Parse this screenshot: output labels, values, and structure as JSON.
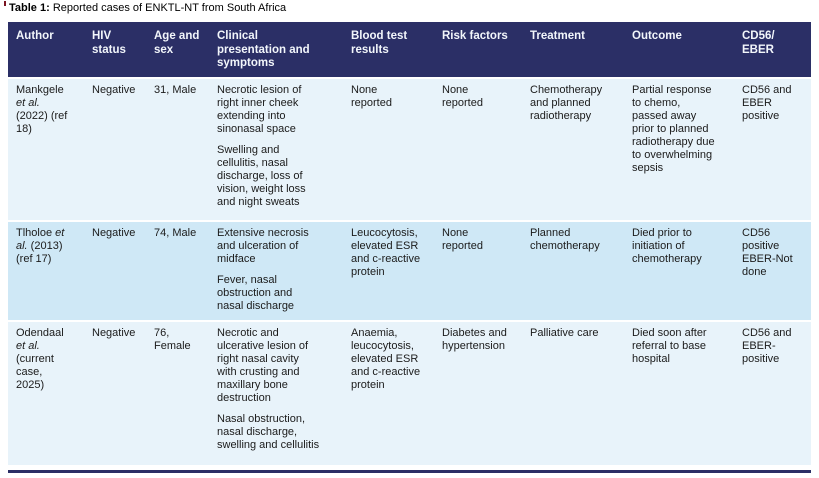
{
  "colors": {
    "header_bg": "#2b2f66",
    "header_text": "#f2f6fb",
    "row_light": "#e8f3fa",
    "row_medium": "#cfe8f6",
    "body_text": "#1b1b1b",
    "bottom_rule": "#2b2f66",
    "corner_mark": "#7a1320"
  },
  "title": {
    "prefix": "Table 1:",
    "rest": "Reported cases of ENKTL-NT from South Africa"
  },
  "table": {
    "columns": [
      {
        "key": "author",
        "label": "Author"
      },
      {
        "key": "hiv-status",
        "label": "HIV\nstatus"
      },
      {
        "key": "age-sex",
        "label": "Age and\nsex"
      },
      {
        "key": "clinical-presentation",
        "label": "Clinical\npresentation and\nsymptoms"
      },
      {
        "key": "blood-test-results",
        "label": "Blood test\nresults"
      },
      {
        "key": "risk-factors",
        "label": "Risk factors"
      },
      {
        "key": "treatment",
        "label": "Treatment"
      },
      {
        "key": "outcome",
        "label": "Outcome"
      },
      {
        "key": "cd56-eber",
        "label": "CD56/\nEBER"
      }
    ],
    "rows": [
      {
        "shade": "light",
        "cells": [
          [
            [
              {
                "t": "Mankgele\n"
              },
              {
                "t": "et al.",
                "i": true
              },
              {
                "t": "\n(2022) (ref\n18)"
              }
            ]
          ],
          "Negative",
          "31, Male",
          [
            "Necrotic lesion of\nright inner cheek\nextending into\nsinonasal space",
            "Swelling and\ncellulitis, nasal\ndischarge, loss of\nvision, weight loss\nand night sweats"
          ],
          "None\nreported",
          "None\nreported",
          "Chemotherapy\nand planned\nradiotherapy",
          "Partial response\nto chemo,\npassed away\nprior to planned\nradiotherapy due\nto overwhelming\nsepsis",
          "CD56 and\nEBER\npositive"
        ]
      },
      {
        "shade": "medium",
        "cells": [
          [
            [
              {
                "t": "Tlholoe "
              },
              {
                "t": "et\nal.",
                "i": true
              },
              {
                "t": " (2013)\n(ref 17)"
              }
            ]
          ],
          "Negative",
          "74, Male",
          [
            "Extensive necrosis\nand ulceration of\nmidface",
            "Fever, nasal\nobstruction and\nnasal discharge"
          ],
          "Leucocytosis,\nelevated ESR\nand c-reactive\nprotein",
          "None\nreported",
          "Planned\nchemotherapy",
          "Died prior to\ninitiation of\nchemotherapy",
          "CD56\npositive\nEBER-Not\ndone"
        ]
      },
      {
        "shade": "light",
        "cells": [
          [
            [
              {
                "t": "Odendaal\n"
              },
              {
                "t": "et al.",
                "i": true
              },
              {
                "t": "\n(current\ncase,\n2025)"
              }
            ]
          ],
          "Negative",
          "76,\nFemale",
          [
            "Necrotic and\nulcerative lesion of\nright nasal cavity\nwith crusting and\nmaxillary bone\ndestruction",
            "Nasal obstruction,\nnasal discharge,\nswelling and cellulitis"
          ],
          "Anaemia,\nleucocytosis,\nelevated ESR\nand c-reactive\nprotein",
          "Diabetes and\nhypertension",
          "Palliative care",
          "Died soon after\nreferral to base\nhospital",
          "CD56 and\nEBER-\npositive"
        ]
      }
    ]
  }
}
